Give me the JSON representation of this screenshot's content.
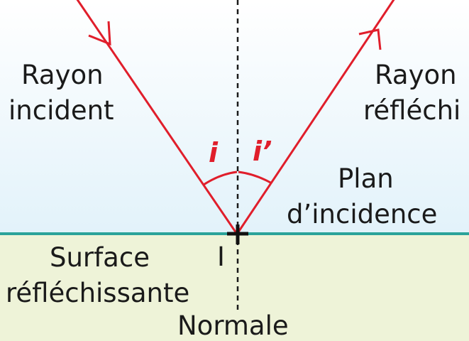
{
  "labels": {
    "incident_line1": "Rayon",
    "incident_line2": "incident",
    "reflected_line1": "Rayon",
    "reflected_line2": "réfléchi",
    "plane_line1": "Plan",
    "plane_line2": "d’incidence",
    "surface_line1": "Surface",
    "surface_line2": "réfléchissante",
    "point": "I",
    "normal": "Normale",
    "angle_incidence": "i",
    "angle_reflection": "i’"
  },
  "colors": {
    "ray": "#e01e2b",
    "surface_line": "#2aa39a",
    "upper_region": "#e4f3fb",
    "lower_region": "#eef3d8",
    "normal_line": "#1a1a1a"
  }
}
